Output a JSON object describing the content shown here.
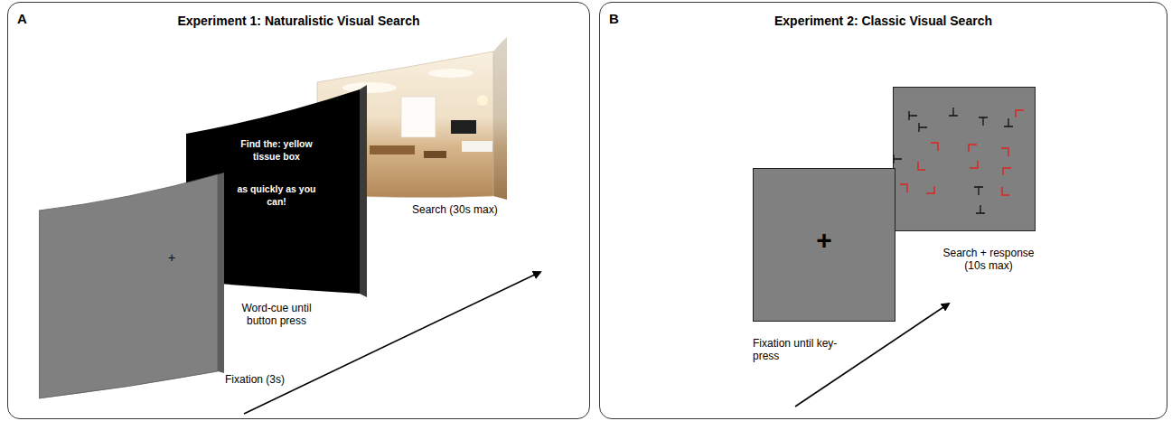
{
  "diagram": {
    "nodes": [
      {
        "text": [
          "A",
          "Experiment 1: Naturalistic Visual Search"
        ]
      },
      {
        "text": [
          "+",
          "Fixation (3s)"
        ],
        "in": 0
      },
      {
        "text": [
          "Find the: yellow tissue box",
          "as quickly as you can!",
          "Word-cue until button press"
        ],
        "in": 0
      },
      {
        "text": [
          "Search (30s max)"
        ],
        "in": 0
      },
      {
        "text": [
          "B",
          "Experiment 2: Classic Visual Search"
        ]
      },
      {
        "text": [
          "+",
          "Fixation until key-press"
        ],
        "in": 4
      },
      {
        "text": [
          "Search + response (10s max)"
        ],
        "in": 4
      }
    ]
  }
}
